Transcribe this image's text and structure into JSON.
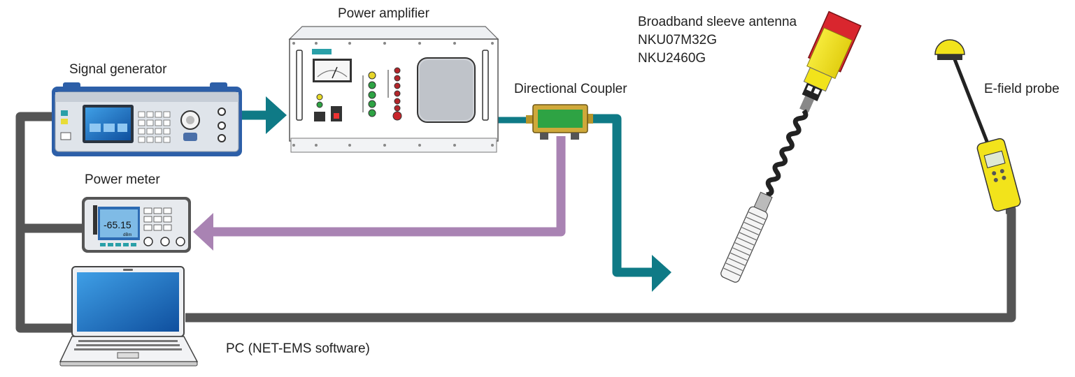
{
  "labels": {
    "signal_generator": "Signal generator",
    "power_amplifier": "Power amplifier",
    "directional_coupler": "Directional Coupler",
    "antenna_title": "Broadband sleeve antenna",
    "antenna_model_1": "NKU07M32G",
    "antenna_model_2": "NKU2460G",
    "efield_probe": "E-field probe",
    "power_meter": "Power meter",
    "pc": "PC (NET-EMS software)"
  },
  "devices": {
    "power_meter_readout": "-65.15",
    "power_meter_unit": "dBm"
  },
  "colors": {
    "rf_path": "#0f7a86",
    "coupled_path": "#a983b3",
    "control_cable": "#555555",
    "device_blue": "#2d5fa8",
    "antenna_yellow": "#f2e31b",
    "antenna_red": "#d9262e",
    "screen_blue": "#1d74c9"
  }
}
